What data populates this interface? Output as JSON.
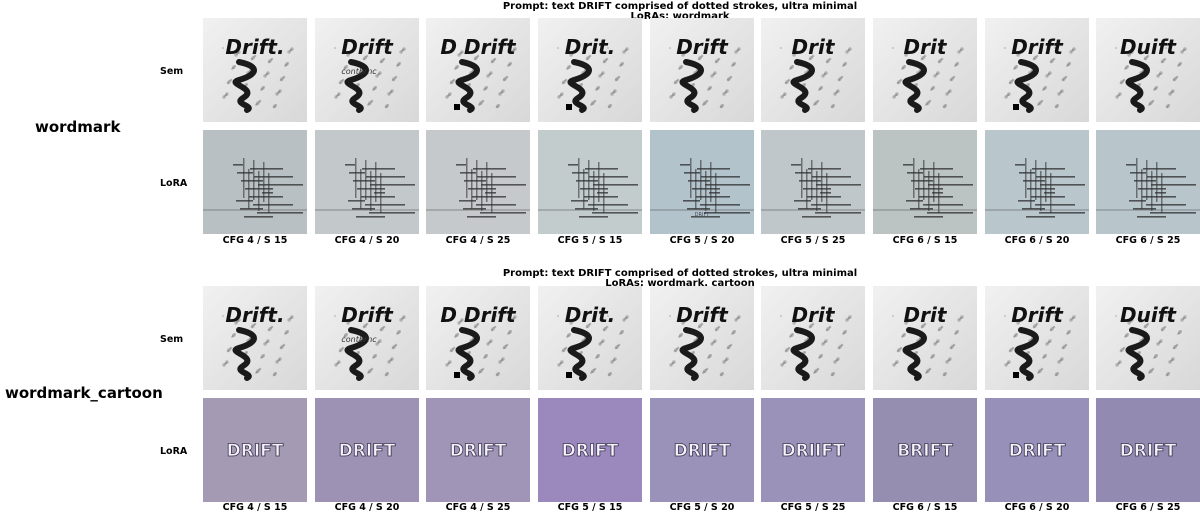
{
  "col_labels": [
    "CFG 4 / S 15",
    "CFG 4 / S 20",
    "CFG 4 / S 25",
    "CFG 5 / S 15",
    "CFG 5 / S 20",
    "CFG 5 / S 25",
    "CFG 6 / S 15",
    "CFG 6 / S 20",
    "CFG 6 / S 25"
  ],
  "sections": [
    {
      "prompt": "Prompt: text DRIFT comprised of dotted strokes, ultra minimal",
      "loras": "LoRAs: wordmark",
      "group_label": "wordmark",
      "rows": [
        {
          "label": "Sem",
          "style": "sem",
          "words": [
            "Drift.",
            "Drift",
            "D Drift",
            "Drit.",
            "Drift",
            "Drit",
            "Drit",
            "Drift",
            "Duift"
          ],
          "subtext": "",
          "subtexts": [
            "",
            "contbrnc",
            "",
            "",
            "",
            "",
            "",
            "",
            ""
          ]
        },
        {
          "label": "LoRA",
          "style": "glitch",
          "bg": [
            "#b9c0c3",
            "#c3c8cb",
            "#c5c9cb",
            "#c3cccd",
            "#b3c3cb",
            "#c0c7ca",
            "#bcc4c3",
            "#b9c6cc",
            "#b8c6cc"
          ],
          "words": [
            "",
            "",
            "",
            "",
            "DRIFT",
            "",
            "",
            "",
            ""
          ]
        }
      ]
    },
    {
      "prompt": "Prompt: text DRIFT comprised of dotted strokes, ultra minimal",
      "loras": "LoRAs: wordmark. cartoon",
      "group_label": "wordmark_cartoon",
      "rows": [
        {
          "label": "Sem",
          "style": "sem",
          "words": [
            "Drift.",
            "Drift",
            "D Drift",
            "Drit.",
            "Drift",
            "Drit",
            "Drit",
            "Drift",
            "Duift"
          ],
          "subtexts": [
            "",
            "contbrnc",
            "",
            "",
            "",
            "",
            "",
            "",
            ""
          ]
        },
        {
          "label": "LoRA",
          "style": "cartoon",
          "bg": [
            "#a49ab4",
            "#9e92b4",
            "#a195b7",
            "#9b88bd",
            "#9b92ba",
            "#9a92b8",
            "#968eb0",
            "#9790b8",
            "#928ab0"
          ],
          "words": [
            "DRIFT",
            "DRIFT",
            "DRIFT",
            "DRIFT",
            "DRIFT",
            "DRIIFT",
            "BRIFT",
            "DRIFT",
            "DRIFT"
          ]
        }
      ]
    }
  ]
}
